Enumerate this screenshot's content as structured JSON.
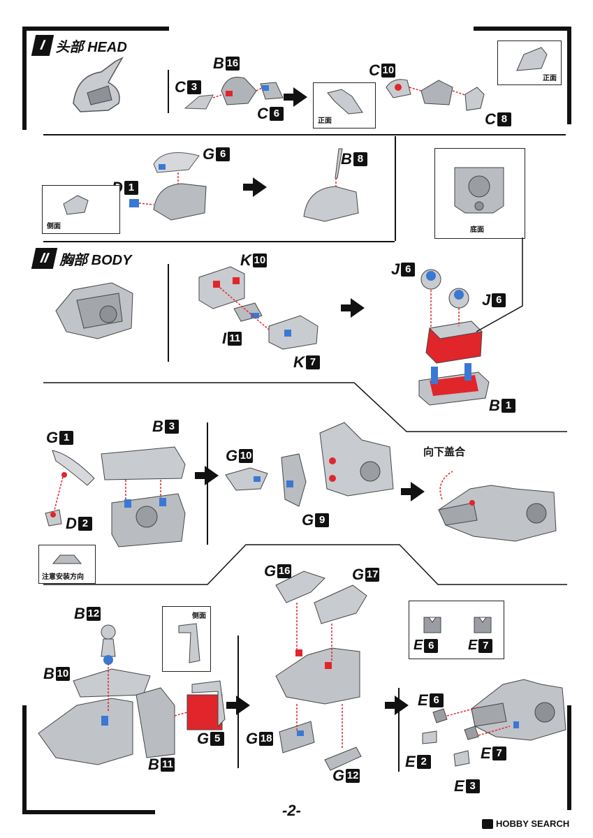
{
  "sections": {
    "head": {
      "num": "I",
      "title": "头部 HEAD"
    },
    "body": {
      "num": "II",
      "title": "胸部 BODY"
    }
  },
  "labels": {
    "b16": {
      "letter": "B",
      "num": "16"
    },
    "c3": {
      "letter": "C",
      "num": "3"
    },
    "c6": {
      "letter": "C",
      "num": "6"
    },
    "c10": {
      "letter": "C",
      "num": "10"
    },
    "c8": {
      "letter": "C",
      "num": "8"
    },
    "g6a": {
      "letter": "G",
      "num": "6"
    },
    "d1": {
      "letter": "D",
      "num": "1"
    },
    "b8": {
      "letter": "B",
      "num": "8"
    },
    "k10": {
      "letter": "K",
      "num": "10"
    },
    "i11": {
      "letter": "I",
      "num": "11"
    },
    "k7": {
      "letter": "K",
      "num": "7"
    },
    "j6a": {
      "letter": "J",
      "num": "6"
    },
    "j6b": {
      "letter": "J",
      "num": "6"
    },
    "b1": {
      "letter": "B",
      "num": "1"
    },
    "g1": {
      "letter": "G",
      "num": "1"
    },
    "b3": {
      "letter": "B",
      "num": "3"
    },
    "d2": {
      "letter": "D",
      "num": "2"
    },
    "g10": {
      "letter": "G",
      "num": "10"
    },
    "g9": {
      "letter": "G",
      "num": "9"
    },
    "b12": {
      "letter": "B",
      "num": "12"
    },
    "b10": {
      "letter": "B",
      "num": "10"
    },
    "b11": {
      "letter": "B",
      "num": "11"
    },
    "g5": {
      "letter": "G",
      "num": "5"
    },
    "g16": {
      "letter": "G",
      "num": "16"
    },
    "g17": {
      "letter": "G",
      "num": "17"
    },
    "g18": {
      "letter": "G",
      "num": "18"
    },
    "g12": {
      "letter": "G",
      "num": "12"
    },
    "e6a": {
      "letter": "E",
      "num": "6"
    },
    "e7a": {
      "letter": "E",
      "num": "7"
    },
    "e6b": {
      "letter": "E",
      "num": "6"
    },
    "e2": {
      "letter": "E",
      "num": "2"
    },
    "e7b": {
      "letter": "E",
      "num": "7"
    },
    "e3": {
      "letter": "E",
      "num": "3"
    }
  },
  "captions": {
    "front1": "正面",
    "front2": "正面",
    "side1": "侧面",
    "bottom": "底面",
    "close_down": "向下盖合",
    "orientation": "注意安装方向",
    "side2": "侧面"
  },
  "footer": {
    "page": "-2-",
    "brand": "HOBBY SEARCH"
  },
  "colors": {
    "accent_red": "#e0262b",
    "accent_blue": "#3a78d4",
    "part_grey": "#b9bcc0"
  }
}
